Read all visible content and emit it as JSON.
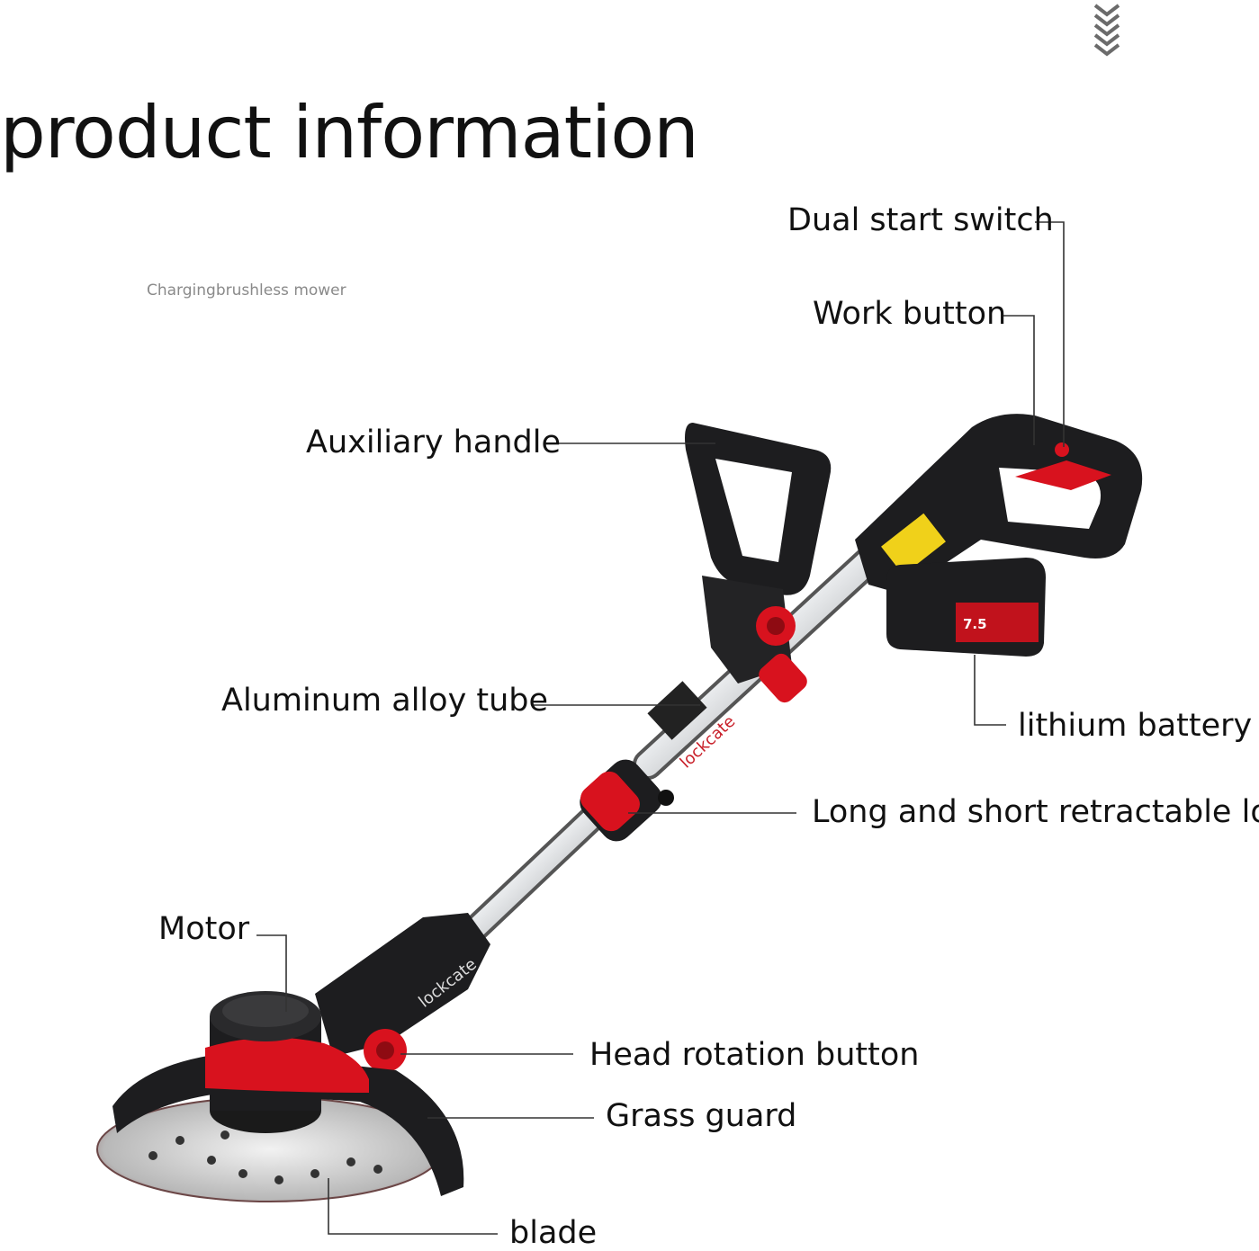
{
  "page": {
    "title": "product information",
    "subtitle": "Chargingbrushless mower",
    "scroll_icon": "chevrons-down-icon"
  },
  "product": {
    "brand": "lockcate",
    "battery_badge": "7.5",
    "colors": {
      "body": "#1c1c1e",
      "accent": "#d8121e",
      "tube": "#b9bcc0",
      "line": "#333333"
    }
  },
  "callouts": [
    {
      "id": "dual-start-switch",
      "label": "Dual start switch"
    },
    {
      "id": "work-button",
      "label": "Work button"
    },
    {
      "id": "auxiliary-handle",
      "label": "Auxiliary handle"
    },
    {
      "id": "aluminum-alloy-tube",
      "label": "Aluminum alloy tube"
    },
    {
      "id": "lithium-battery",
      "label": "lithium battery"
    },
    {
      "id": "retractable-lock",
      "label": "Long and short retractable lock"
    },
    {
      "id": "motor",
      "label": "Motor"
    },
    {
      "id": "head-rotation-button",
      "label": "Head rotation button"
    },
    {
      "id": "grass-guard",
      "label": "Grass guard"
    },
    {
      "id": "blade",
      "label": "blade"
    }
  ]
}
